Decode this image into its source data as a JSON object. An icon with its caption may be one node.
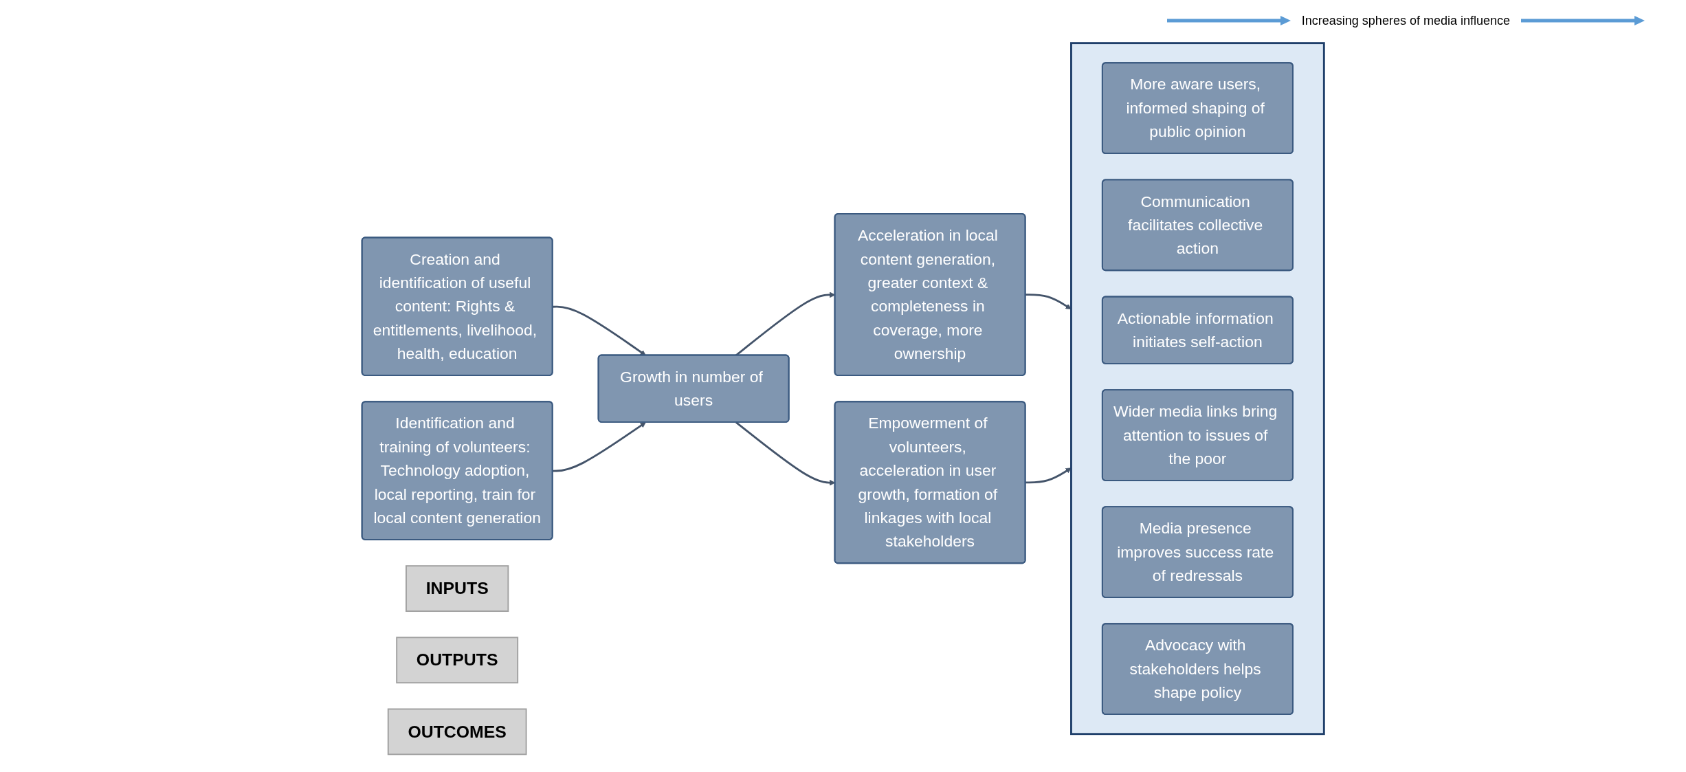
{
  "diagram": {
    "nodes": [
      {
        "text": [
          "Creation and identification of useful content: Rights & entitlements, livelihood, health, education"
        ]
      },
      {
        "text": [
          "Identification and training of volunteers: Technology adoption, local reporting, train for local content generation"
        ]
      },
      {
        "text": [
          "Growth in number of users"
        ]
      },
      {
        "text": [
          "Acceleration in local content generation, greater context & completeness in coverage, more ownership"
        ]
      },
      {
        "text": [
          "Empowerment of volunteers, acceleration in user growth, formation of linkages with local stakeholders"
        ]
      },
      {
        "text": [],
        "shape": "box"
      },
      {
        "text": [
          "More aware users, informed shaping of public opinion"
        ],
        "in": 5
      },
      {
        "text": [
          "Communication facilitates collective action"
        ],
        "in": 5
      },
      {
        "text": [
          "Actionable information initiates self-action"
        ],
        "in": 5
      },
      {
        "text": [
          "Wider media links bring attention to issues of the poor"
        ],
        "in": 5
      },
      {
        "text": [
          "Media presence improves success rate of redressals"
        ],
        "in": 5
      },
      {
        "text": [
          "Advocacy with stakeholders helps shape policy"
        ],
        "in": 5
      },
      {
        "text": [
          "INPUTS"
        ]
      },
      {
        "text": [
          "OUTPUTS"
        ]
      },
      {
        "text": [
          "OUTCOMES"
        ]
      }
    ],
    "edges": [
      {
        "from": 0,
        "to": 2,
        "arrow": "to"
      },
      {
        "from": 1,
        "to": 2,
        "arrow": "to"
      },
      {
        "from": 2,
        "to": 3,
        "arrow": "to"
      },
      {
        "from": 2,
        "to": 4,
        "arrow": "to"
      },
      {
        "from": 3,
        "to": 5,
        "arrow": "to"
      },
      {
        "from": 4,
        "to": 5,
        "arrow": "to"
      }
    ],
    "labels": [
      "Increasing spheres of media influence"
    ]
  }
}
